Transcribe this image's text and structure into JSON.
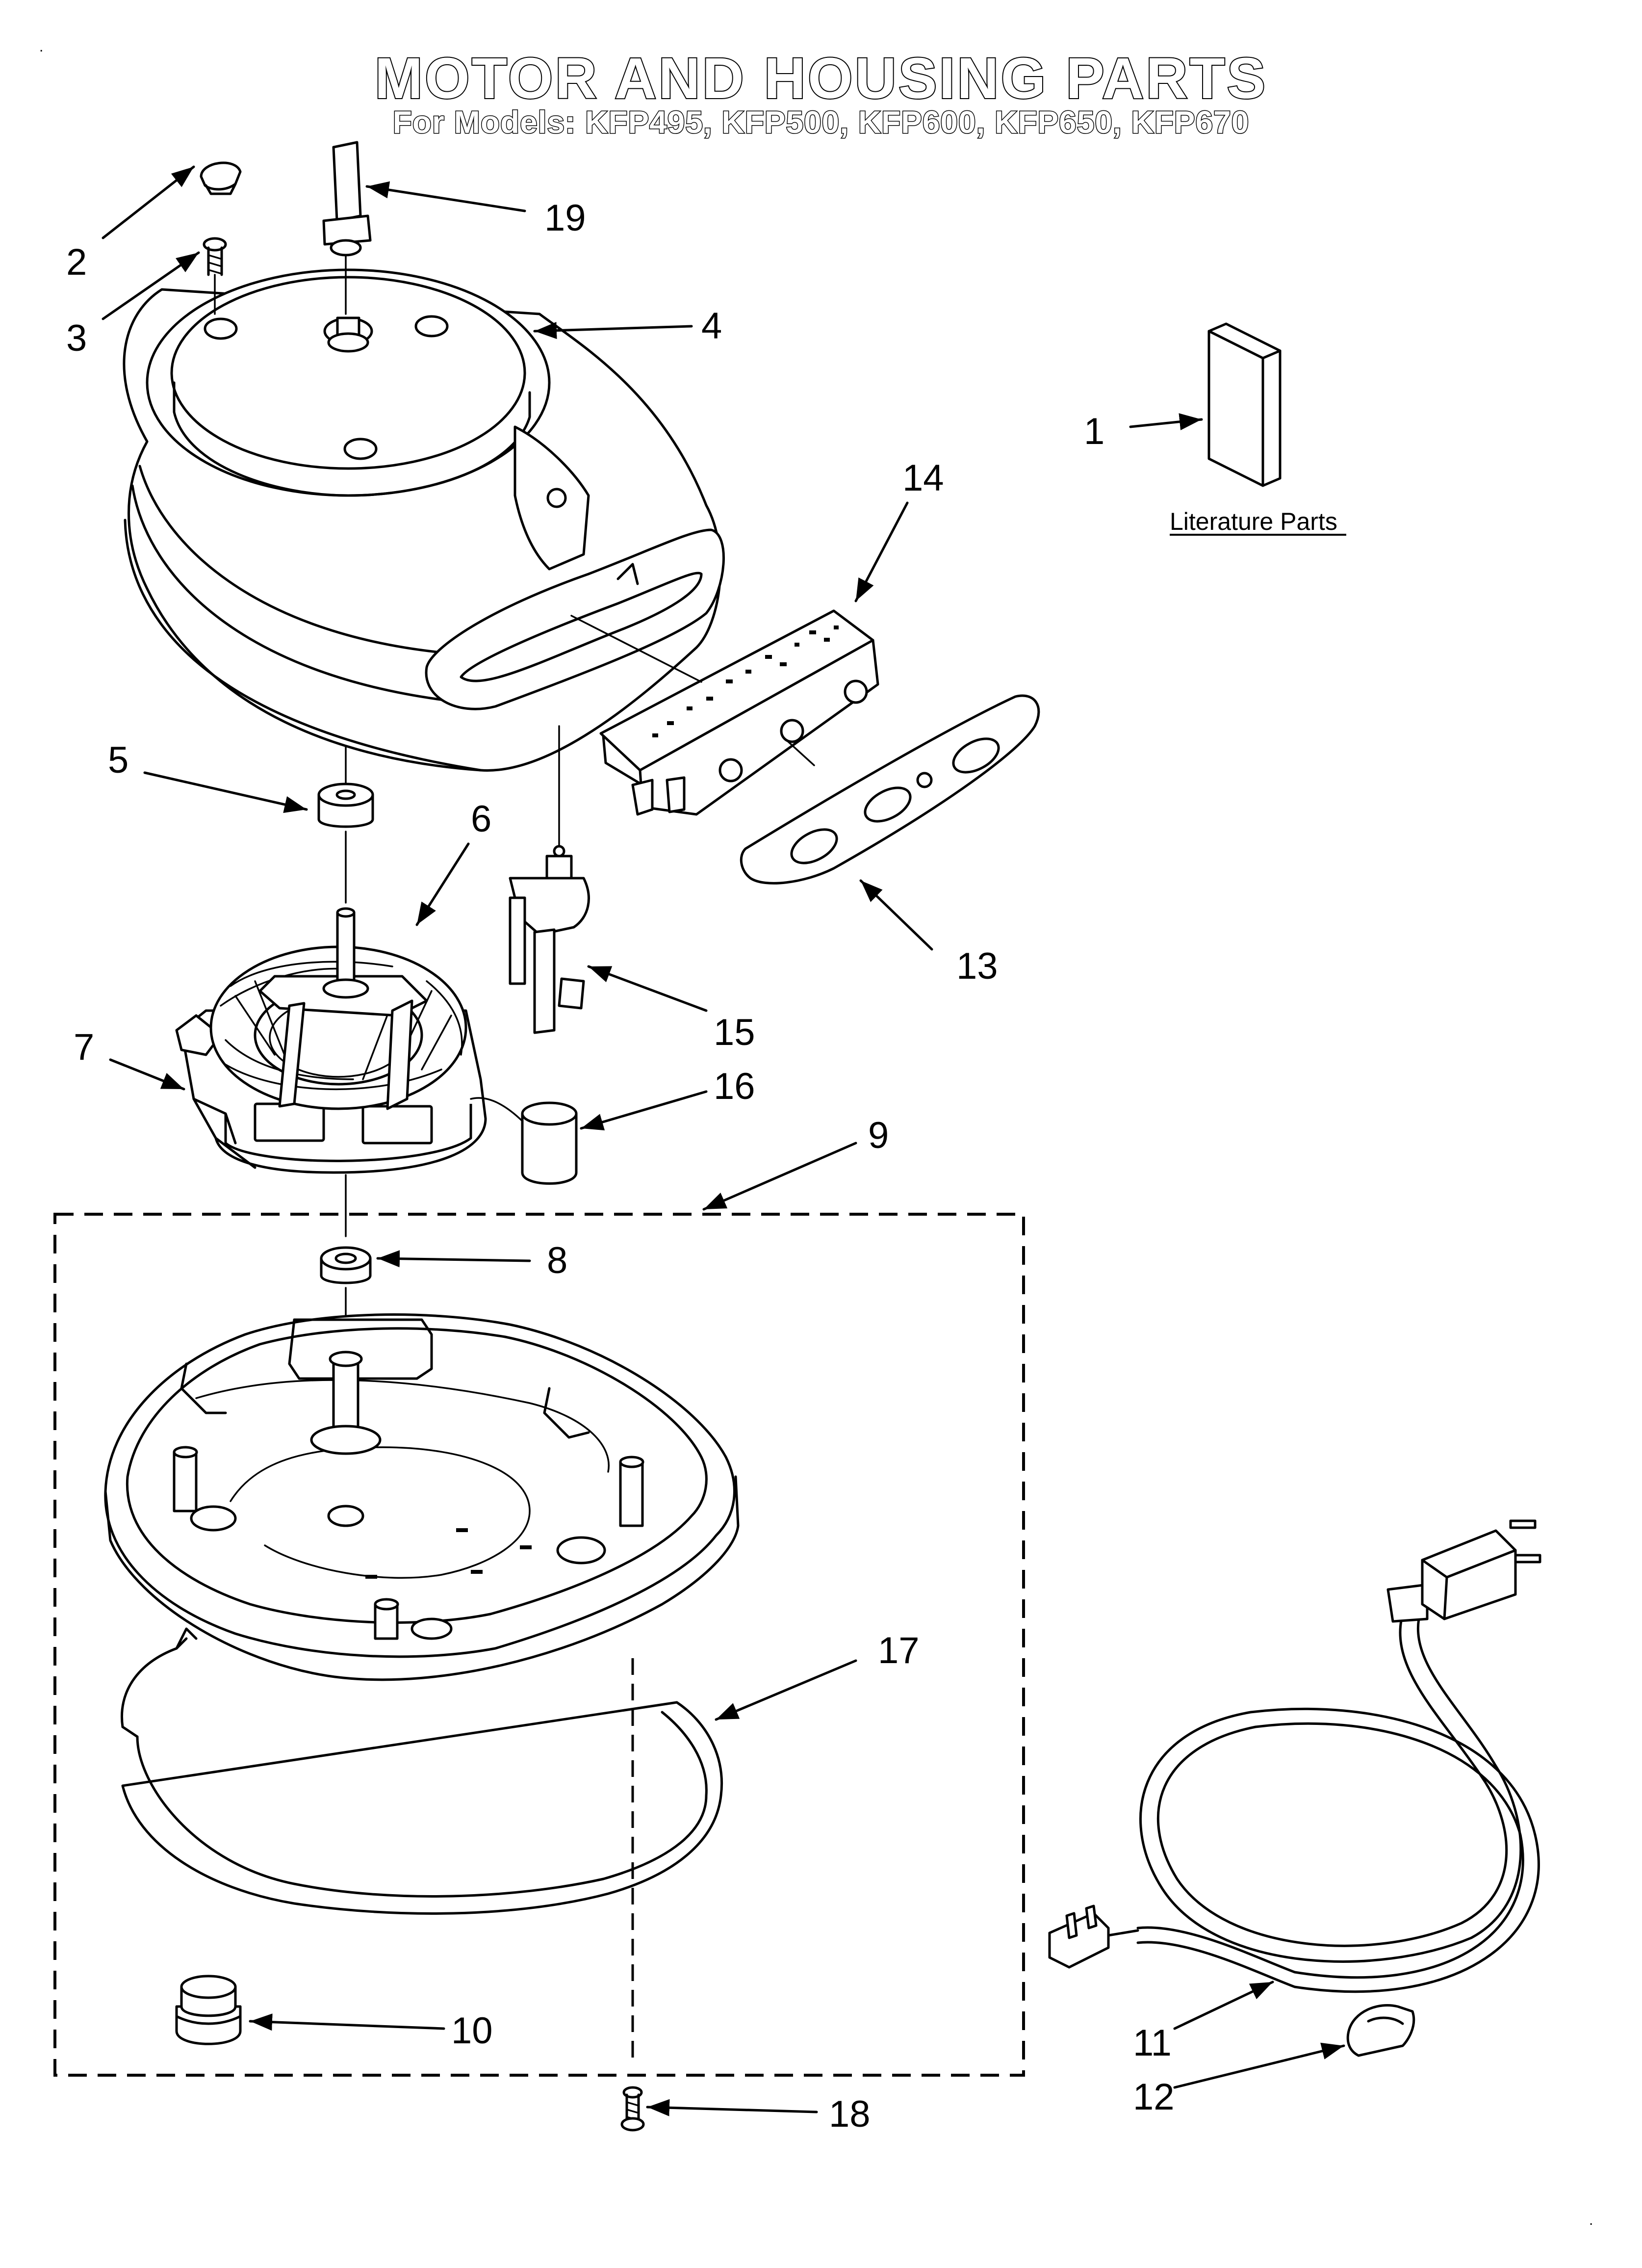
{
  "header": {
    "title": "MOTOR AND HOUSING PARTS",
    "models": "For Models: KFP495, KFP500, KFP600, KFP650, KFP670"
  },
  "literature": {
    "label": "Literature Parts"
  },
  "callouts": [
    "1",
    "2",
    "3",
    "4",
    "5",
    "6",
    "7",
    "8",
    "9",
    "10",
    "11",
    "12",
    "13",
    "14",
    "15",
    "16",
    "17",
    "18",
    "19"
  ]
}
